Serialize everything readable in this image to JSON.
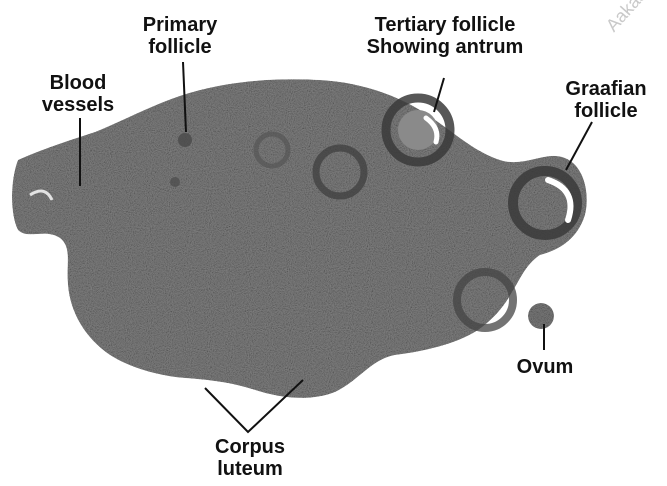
{
  "diagram": {
    "labels": {
      "primary_follicle": [
        "Primary",
        "follicle"
      ],
      "tertiary_follicle": [
        "Tertiary follicle",
        "Showing antrum"
      ],
      "blood_vessels": [
        "Blood",
        "vessels"
      ],
      "graafian_follicle": [
        "Graafian",
        "follicle"
      ],
      "ovum": [
        "Ovum"
      ],
      "corpus_luteum": [
        "Corpus",
        "luteum"
      ]
    },
    "watermark": "Aakash Edu"
  },
  "colors": {
    "text": "#111111",
    "tissue": "#7f7f7f",
    "tissue_dark": "#4a4a4a",
    "leader_line": "#111111",
    "watermark": "#c9c9c9"
  }
}
